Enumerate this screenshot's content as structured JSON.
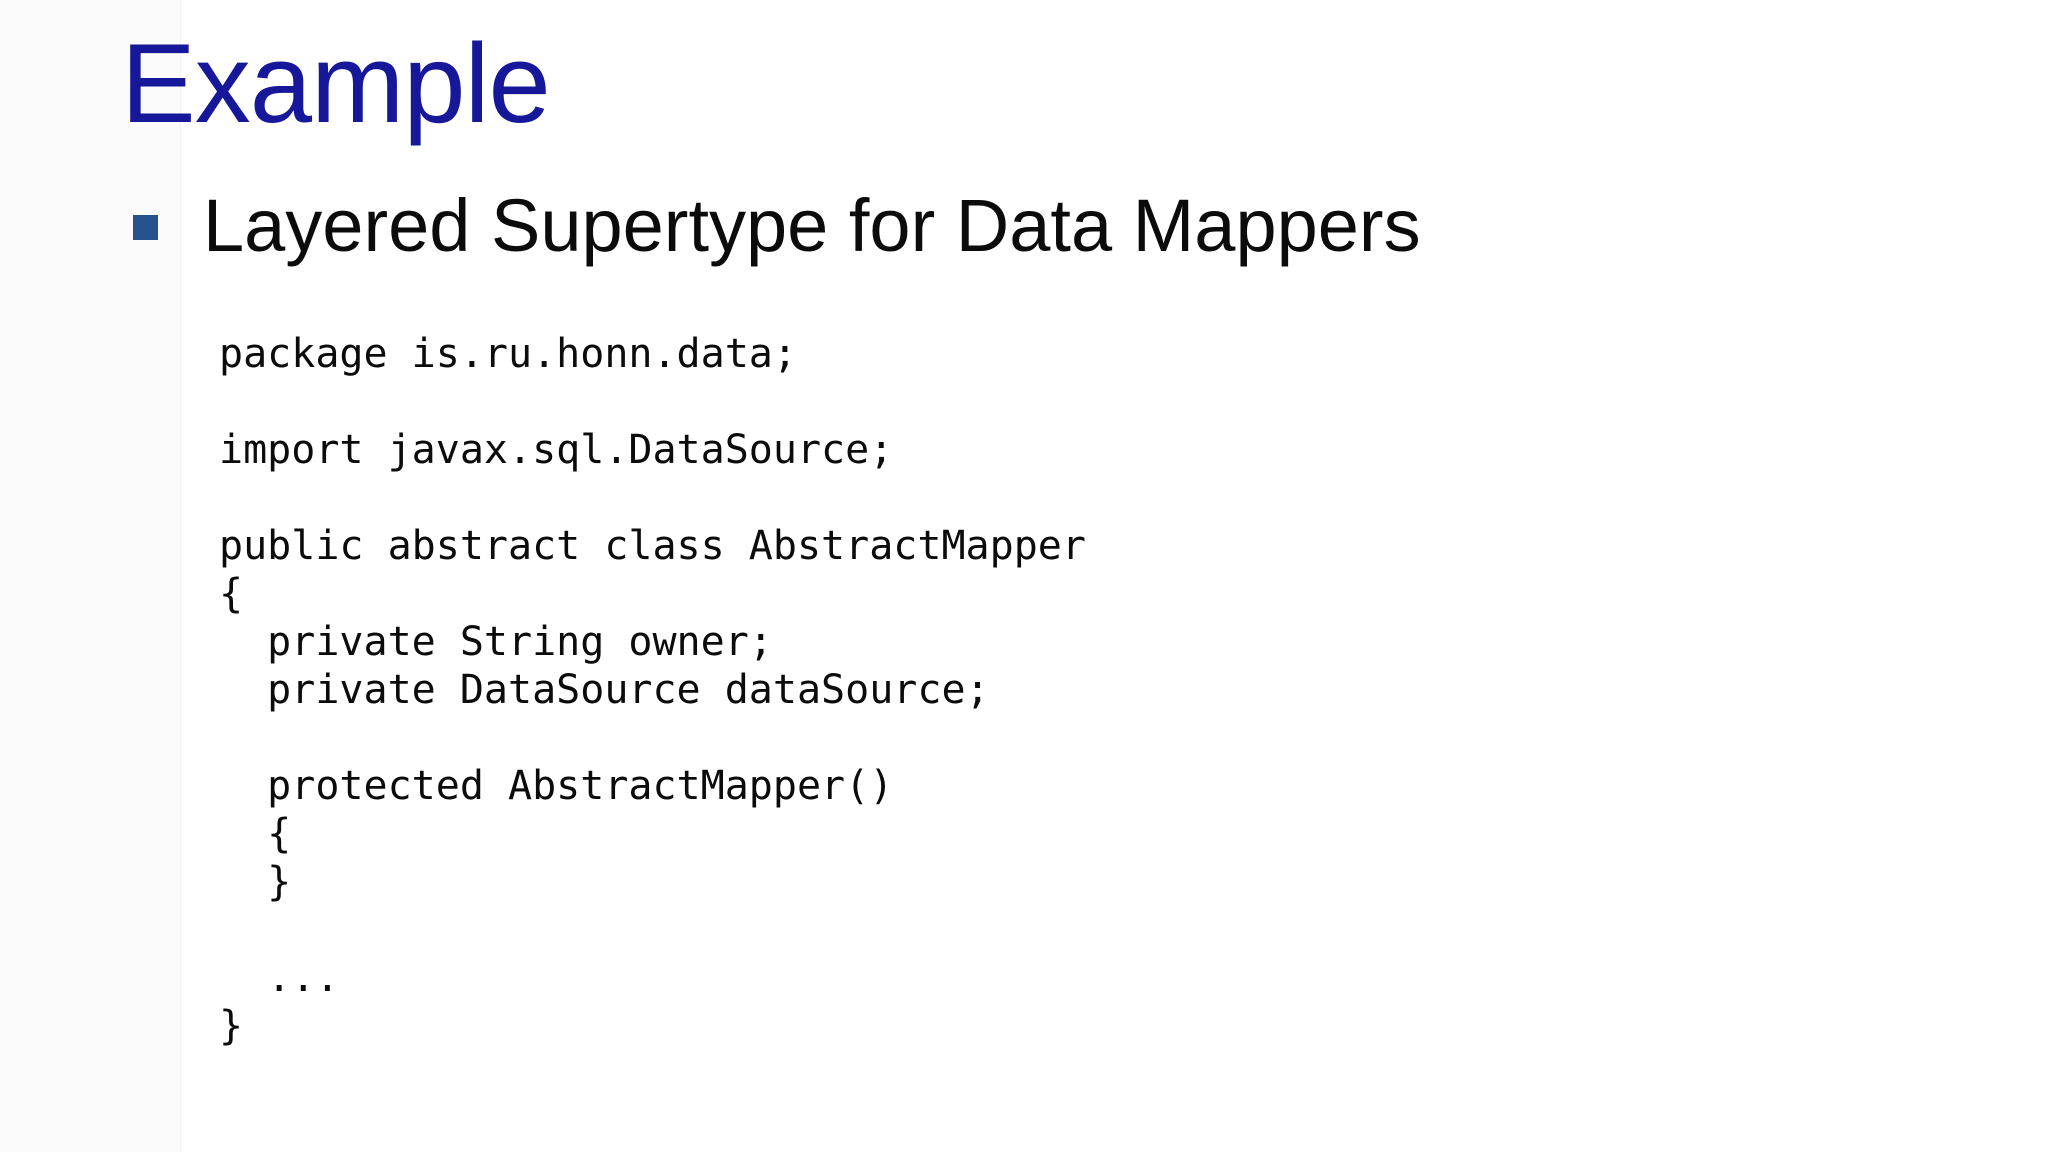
{
  "slide": {
    "title": "Example",
    "bullet": {
      "text": "Layered Supertype for Data Mappers"
    },
    "code": {
      "language": "java",
      "text": "package is.ru.honn.data;\n\nimport javax.sql.DataSource;\n\npublic abstract class AbstractMapper\n{\n  private String owner;\n  private DataSource dataSource;\n\n  protected AbstractMapper()\n  {\n  }\n\n  ...\n}"
    },
    "colors": {
      "title": "#17179a",
      "bullet_marker": "#26528c",
      "text": "#0b0b0b",
      "background": "#ffffff"
    }
  }
}
